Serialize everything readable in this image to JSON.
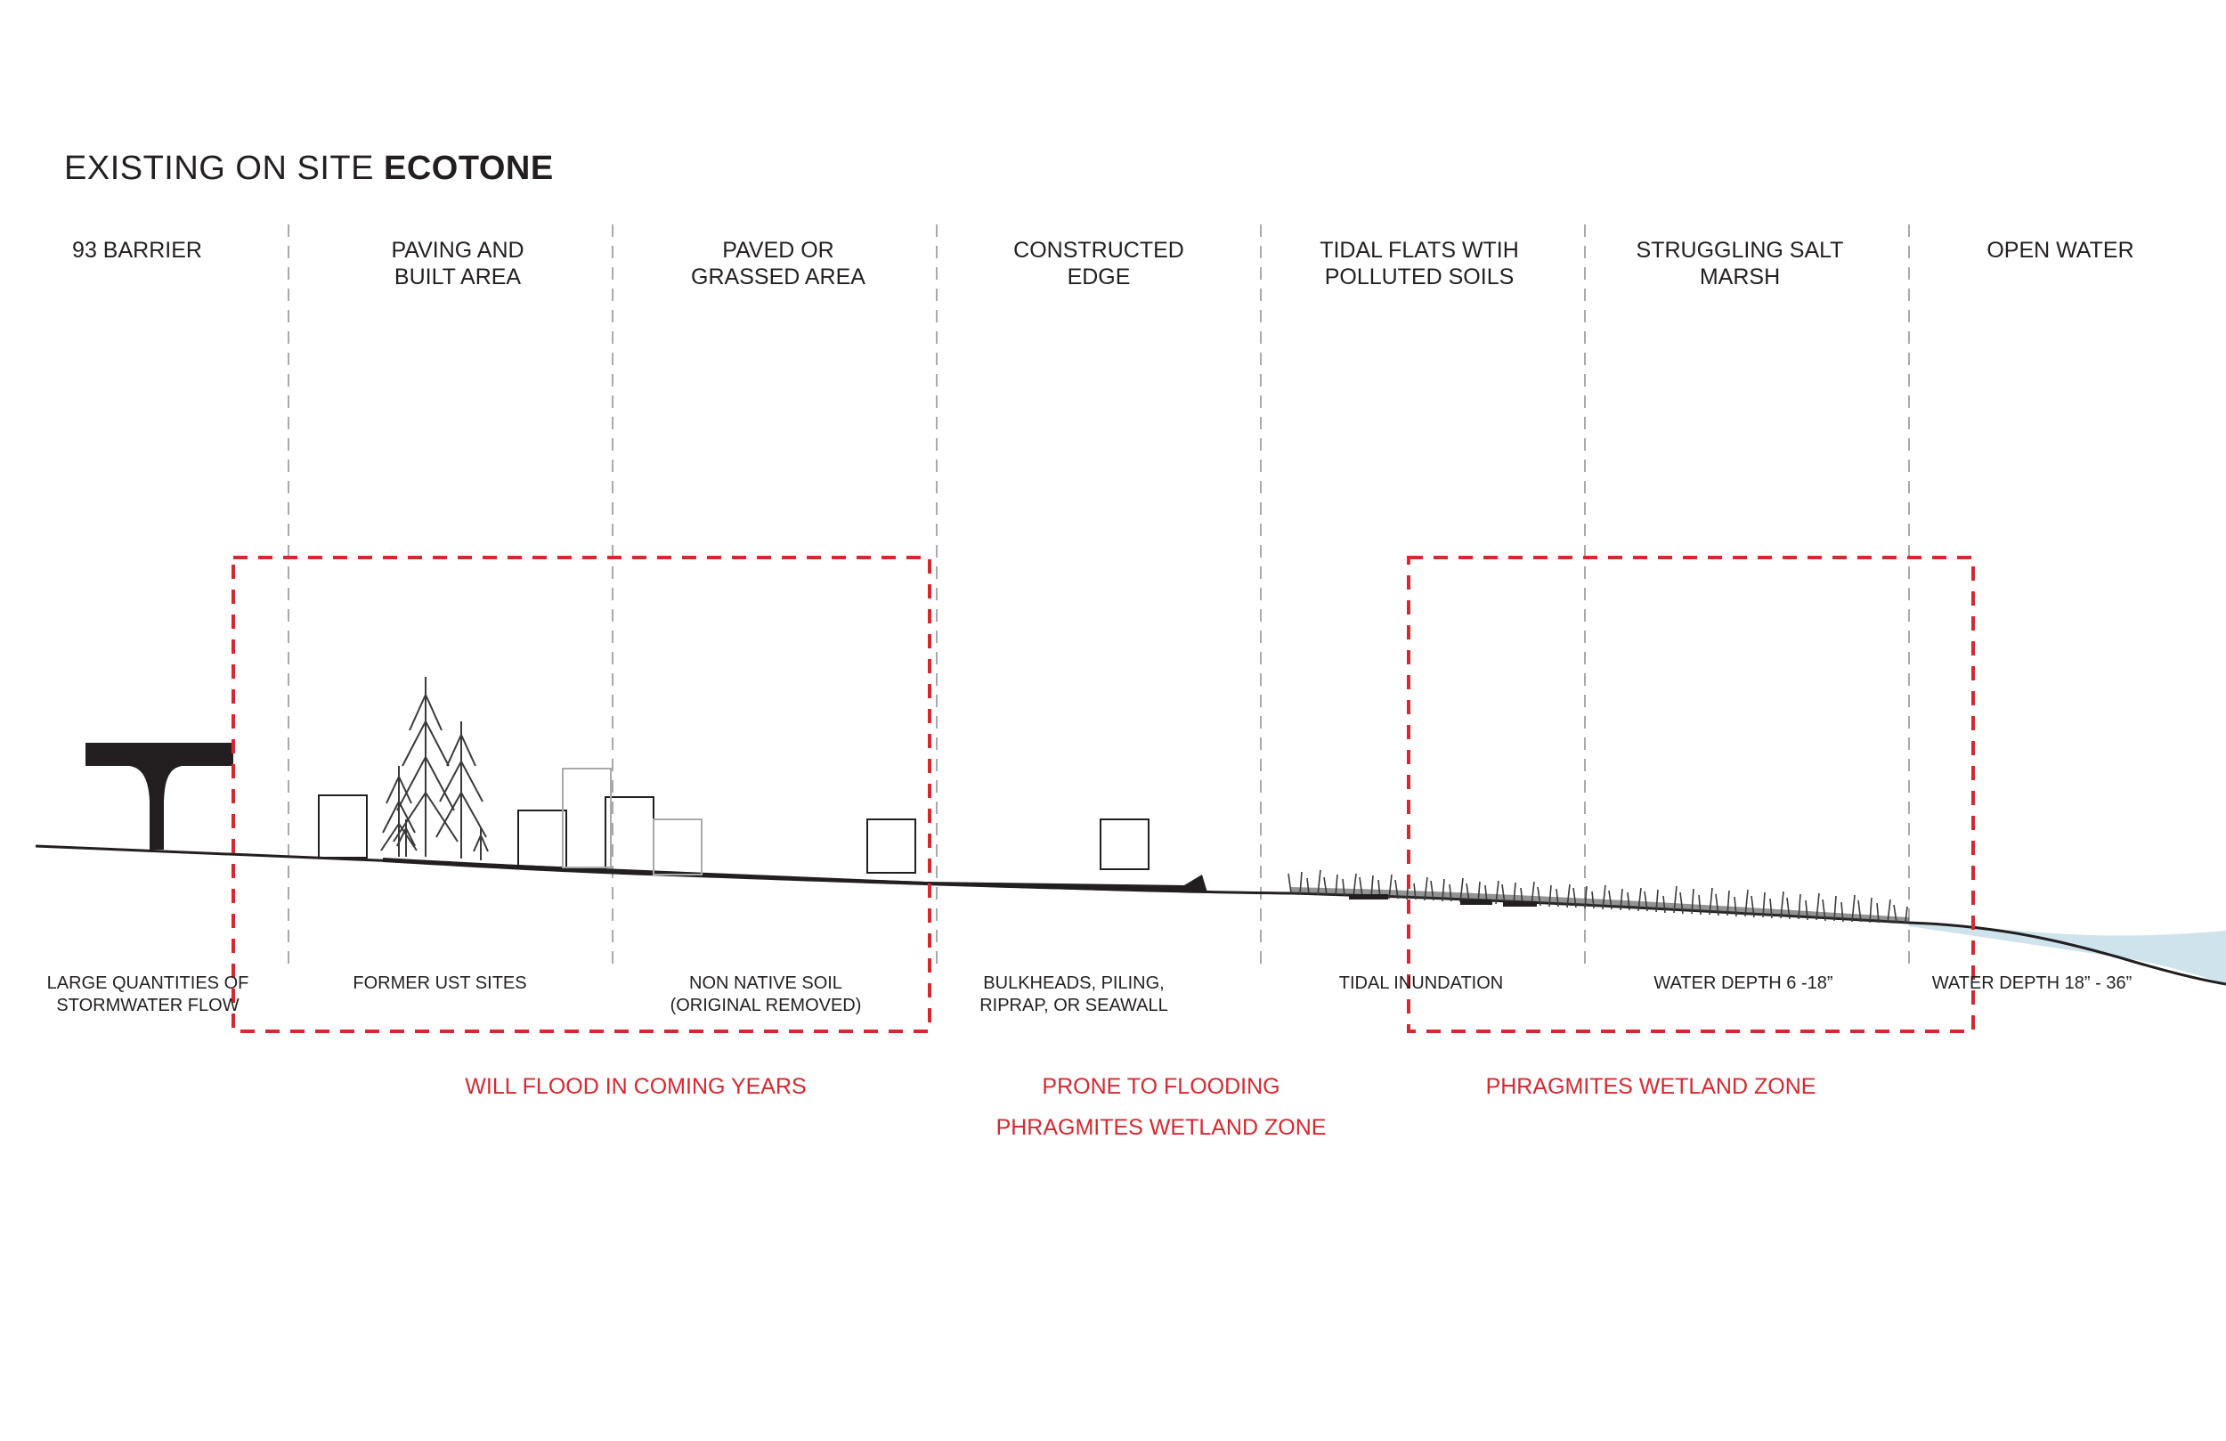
{
  "title": {
    "prefix": "EXISTING ON SITE ",
    "bold": "ECOTONE"
  },
  "zones": [
    {
      "heading": "93 BARRIER",
      "note": "LARGE QUANTITIES OF\nSTORMWATER FLOW"
    },
    {
      "heading": "PAVING AND\nBUILT AREA",
      "note": "FORMER UST SITES"
    },
    {
      "heading": "PAVED OR\nGRASSED AREA",
      "note": "NON NATIVE SOIL\n(ORIGINAL REMOVED)"
    },
    {
      "heading": "CONSTRUCTED\nEDGE",
      "note": "BULKHEADS, PILING,\nRIPRAP, OR SEAWALL"
    },
    {
      "heading": "TIDAL FLATS WTIH\nPOLLUTED SOILS",
      "note": "TIDAL INUNDATION"
    },
    {
      "heading": "STRUGGLING SALT\nMARSH",
      "note": "WATER DEPTH 6 -18”"
    },
    {
      "heading": "OPEN WATER",
      "note": "WATER DEPTH 18” - 36”"
    }
  ],
  "annotations": {
    "will_flood": "WILL FLOOD IN COMING YEARS",
    "prone_to_flooding": "PRONE TO FLOODING",
    "phragmites_center": "PHRAGMITES WETLAND ZONE",
    "phragmites_right": "PHRAGMITES WETLAND ZONE"
  },
  "colors": {
    "ink": "#231f20",
    "annotation_red": "#d7282f",
    "water": "#cfe3ec",
    "divider": "#a7a9ac"
  }
}
